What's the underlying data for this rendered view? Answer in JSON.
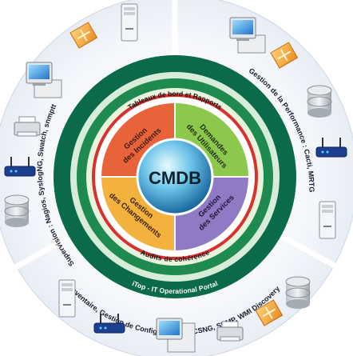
{
  "center": {
    "title": "CMDB"
  },
  "quadrants": {
    "incidents": [
      "Gestion",
      "des Incidents"
    ],
    "demandes": [
      "Demandes",
      "des Utilisateurs"
    ],
    "services": [
      "Gestion",
      "des Services"
    ],
    "changements": [
      "Gestion",
      "des Changements"
    ]
  },
  "rings": {
    "top_label": "Tableaux de bord et Rapports",
    "bottom_label": "Audits de cohérence",
    "portal_label": "iTop - IT Operational Portal"
  },
  "outer_labels": {
    "supervision": "Supervision : Nagios, SyslogNG, Swatch, snmptt",
    "performance": "Gestion de la Performance : Cacti, MRTG",
    "inventaire": "Inventaire, Gestion de Configuration : OCSNG, SNMP, WMI Discovery"
  },
  "colors": {
    "incidents": "#e8623a",
    "demandes": "#8cc84b",
    "services": "#8f7ac4",
    "changements": "#f3b13e",
    "ring_dark_green": "#0a6a4a",
    "ring_red": "#d8322e",
    "sectors": "#ecf1f8"
  },
  "icons": [
    "desktop-computer-icon",
    "tower-server-icon",
    "network-router-icon",
    "disk-storage-icon",
    "printer-icon",
    "software-package-icon"
  ]
}
